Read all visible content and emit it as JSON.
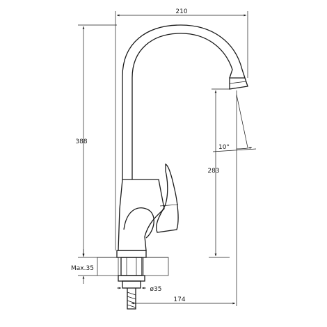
{
  "drawing": {
    "dimensions": {
      "width_top": "210",
      "total_height": "388",
      "spout_height": "283",
      "angle": "10°",
      "max_counter": "Max.35",
      "hole_diameter": "ø35",
      "spout_reach": "174"
    }
  }
}
